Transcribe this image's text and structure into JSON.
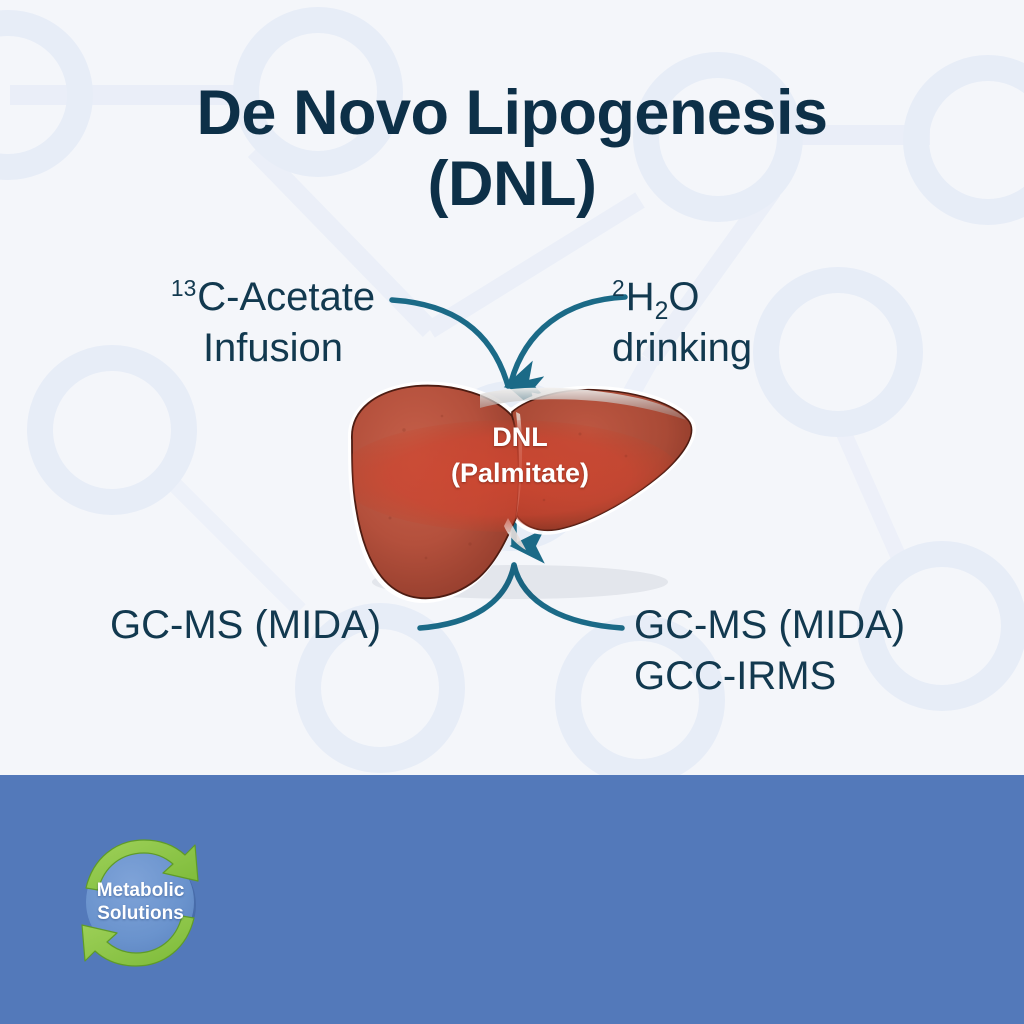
{
  "page": {
    "background_color": "#f4f6fa",
    "text_color": "#12394f",
    "accent_color": "#1b6a87",
    "footer_color": "#5379ba"
  },
  "title": {
    "line1": "De Novo Lipogenesis",
    "line2": "(DNL)",
    "color": "#0d3048"
  },
  "labels": {
    "acetate": {
      "sup": "13",
      "line1": "C-Acetate",
      "line2": "Infusion"
    },
    "water": {
      "sup": "2",
      "h": "H",
      "sub": "2",
      "o": "O",
      "line2": "drinking"
    },
    "gcms_left": {
      "line1": "GC-MS (MIDA)"
    },
    "gcms_right": {
      "line1": "GC-MS (MIDA)",
      "line2": "GCC-IRMS"
    }
  },
  "diagram": {
    "organ": "liver",
    "organ_color": "#b4503c",
    "highlight_color": "#c0402c",
    "caption_line1": "DNL",
    "caption_line2": "(Palmitate)",
    "arrow_color": "#1b6a87",
    "inputs": [
      "13C-Acetate Infusion",
      "2H2O drinking"
    ],
    "outputs": [
      "GC-MS (MIDA)",
      "GC-MS (MIDA) GCC-IRMS"
    ]
  },
  "footer": {
    "logo": {
      "line1": "Metabolic",
      "line2": "Solutions",
      "circle_color": "#6a93cd",
      "arrow_color": "#8cc63f"
    }
  }
}
